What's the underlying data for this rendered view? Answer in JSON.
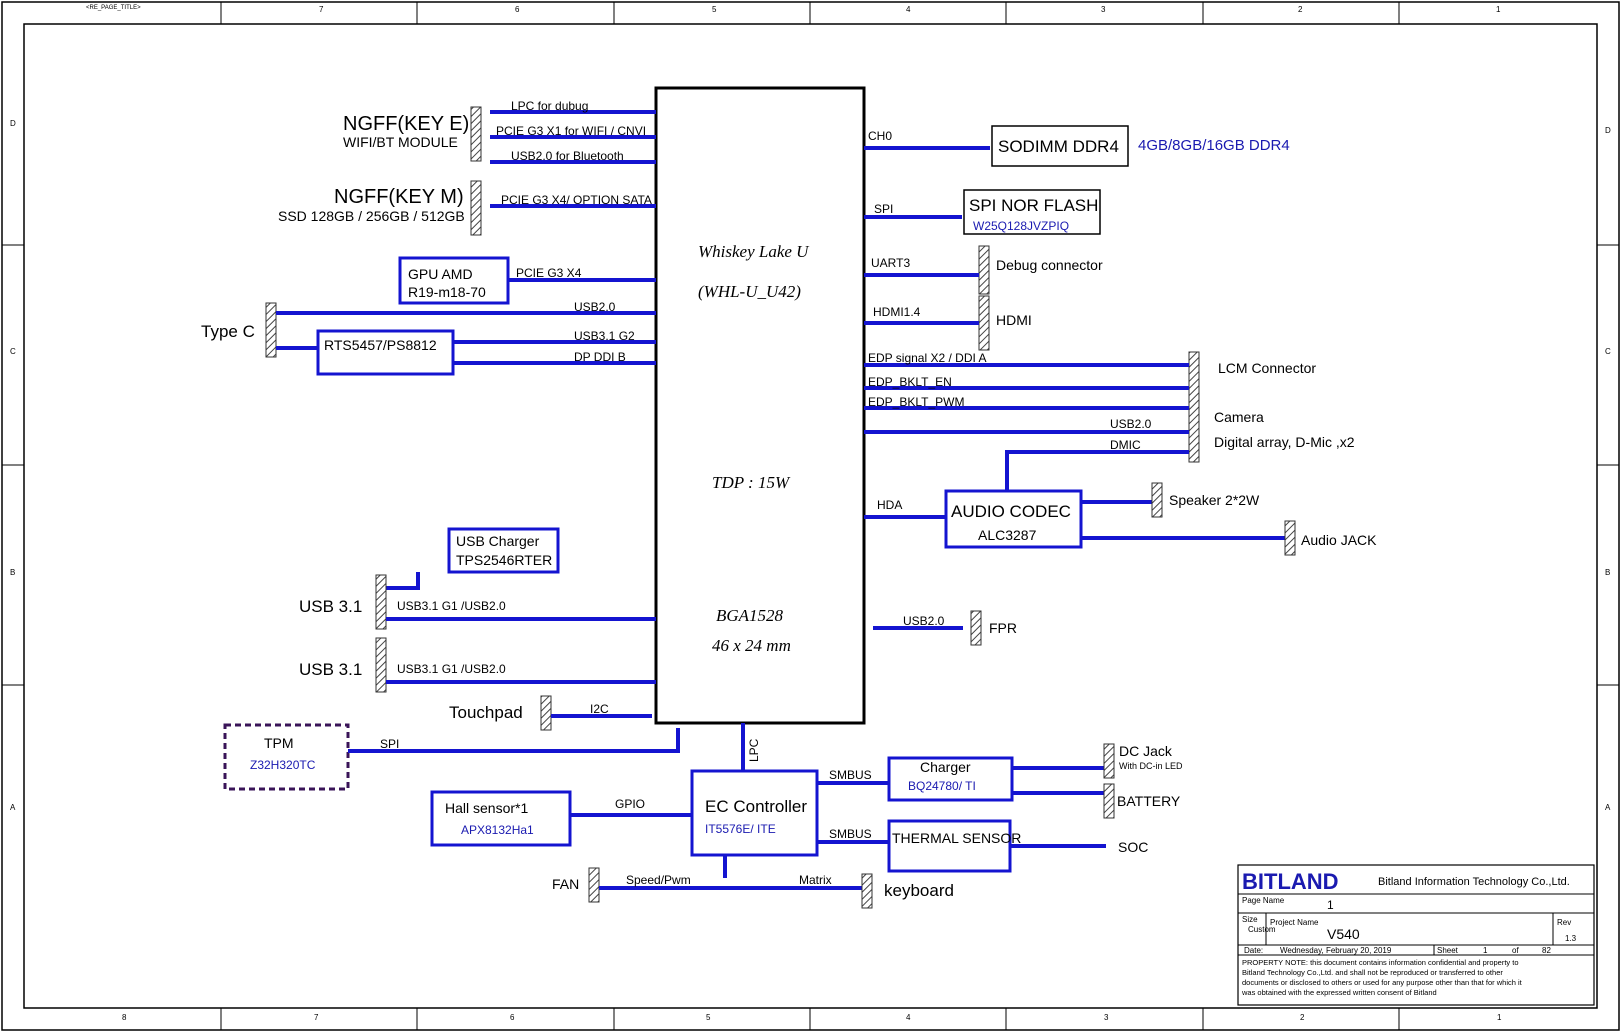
{
  "frame": {
    "top_label": "<RE_PAGE_TITLE>",
    "cols_top": [
      "7",
      "6",
      "5",
      "4",
      "3",
      "2",
      "1"
    ],
    "cols_bottom": [
      "8",
      "7",
      "6",
      "5",
      "4",
      "3",
      "2",
      "1"
    ],
    "rows": [
      "D",
      "C",
      "B",
      "A"
    ]
  },
  "cpu": {
    "name": "Whiskey Lake U",
    "variant": "(WHL-U_U42)",
    "tdp": "TDP : 15W",
    "package": "BGA1528",
    "size": "46 x 24 mm"
  },
  "left": {
    "ngff_e_title": "NGFF(KEY E)",
    "ngff_e_sub": "WIFI/BT MODULE",
    "ngff_e_sig1": "LPC for dubug",
    "ngff_e_sig2": "PCIE G3  X1 for WIFI  /  CNVI",
    "ngff_e_sig3": "USB2.0 for Bluetooth",
    "ngff_m_title": "NGFF(KEY M)",
    "ngff_m_sub": "SSD 128GB / 256GB / 512GB",
    "ngff_m_sig": "PCIE G3  X4/ OPTION SATA",
    "gpu_line1": "GPU AMD",
    "gpu_line2": "R19-m18-70",
    "gpu_sig": "PCIE G3  X4",
    "typec_title": "Type C",
    "typec_sig1": "USB2.0",
    "rts": "RTS5457/PS8812",
    "typec_sig2": "USB3.1 G2",
    "typec_sig3": "DP  DDI B",
    "usb_charger_line1": "USB Charger",
    "usb_charger_line2": "TPS2546RTER",
    "usb31_a_title": "USB 3.1",
    "usb31_a_sig": "USB3.1 G1 /USB2.0",
    "usb31_b_title": "USB 3.1",
    "usb31_b_sig": "USB3.1 G1 /USB2.0",
    "touchpad": "Touchpad",
    "touchpad_sig": "I2C",
    "tpm_title": "TPM",
    "tpm_part": "Z32H320TC",
    "tpm_sig": "SPI"
  },
  "right": {
    "ch0": "CH0",
    "sodimm": "SODIMM DDR4",
    "sodimm_note": "4GB/8GB/16GB DDR4",
    "spi_sig": "SPI",
    "spi_flash": "SPI NOR FLASH",
    "spi_flash_part": "W25Q128JVZPIQ",
    "uart_sig": "UART3",
    "debug_conn": "Debug connector",
    "hdmi_sig": "HDMI1.4",
    "hdmi": "HDMI",
    "edp_sig1": "EDP signal  X2  / DDI A",
    "edp_sig2": "EDP_BKLT_EN",
    "edp_sig3": "EDP_BKLT_PWM",
    "lcm": "LCM Connector",
    "usb2_sig": "USB2.0",
    "camera": "Camera",
    "dmic_sig": "DMIC",
    "digital_array": "Digital array, D-Mic ,x2",
    "hda_sig": "HDA",
    "codec_title": "AUDIO CODEC",
    "codec_part": "ALC3287",
    "speaker": "Speaker 2*2W",
    "audio_jack": "Audio JACK",
    "fpr_sig": "USB2.0",
    "fpr": "FPR"
  },
  "bottom": {
    "lpc_sig": "LPC",
    "ec_title": "EC Controller",
    "ec_part": "IT5576E/ ITE",
    "hall_title": "Hall sensor*1",
    "hall_part": "APX8132Ha1",
    "gpio_sig": "GPIO",
    "smbus1": "SMBUS",
    "charger_title": "Charger",
    "charger_part": "BQ24780/ TI",
    "dc_jack": "DC Jack",
    "dc_jack_sub": "With DC-in LED",
    "battery": "BATTERY",
    "smbus2": "SMBUS",
    "thermal": "THERMAL SENSOR",
    "soc": "SOC",
    "fan": "FAN",
    "speed_sig": "Speed/Pwm",
    "matrix_sig": "Matrix",
    "keyboard": "keyboard"
  },
  "title_block": {
    "brand": "BITLAND",
    "company": "Bitland Information Technology Co.,Ltd.",
    "page_name_label": "Page Name",
    "page_name": "1",
    "size_label": "Size",
    "size_value": "Custom",
    "project_label": "Project Name",
    "project": "V540",
    "rev_label": "Rev",
    "rev": "1.3",
    "date_label": "Date:",
    "date": "Wednesday, February 20, 2019",
    "sheet_label": "Sheet",
    "sheet": "1",
    "of_label": "of",
    "of_total": "82",
    "note1": "PROPERTY NOTE: this document contains information confidential and property to",
    "note2": "Bitland  Technology Co.,Ltd. and  shall  not be reproduced or transferred to other",
    "note3": "documents or disclosed to others or used for any purpose other than that for which it",
    "note4": "was obtained with the expressed written consent of Bitland"
  },
  "colors": {
    "bus": "#1414d0",
    "part_text": "#1a1ab0",
    "tpm_border": "#3a1458"
  }
}
